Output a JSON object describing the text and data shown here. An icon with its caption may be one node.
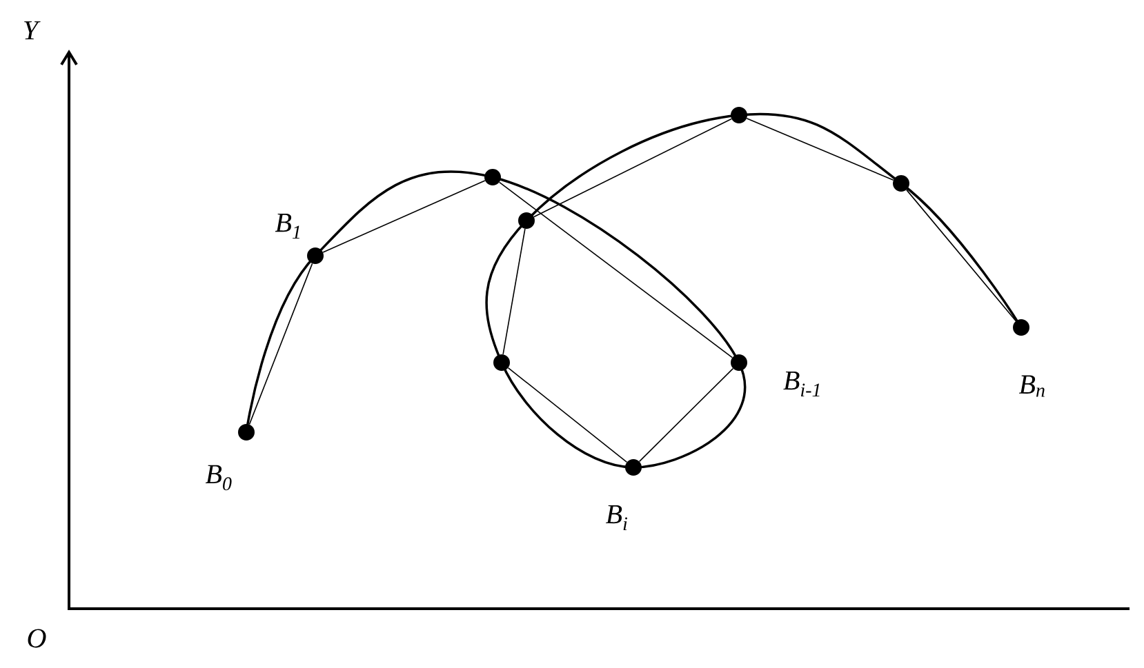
{
  "diagram": {
    "nodes": [
      {
        "text": [],
        "shape": "circle",
        "beside": [
          "B$_{0}$"
        ]
      },
      {
        "text": [],
        "shape": "circle",
        "beside": [
          "B$_{1}$"
        ]
      },
      {
        "text": [],
        "shape": "circle"
      },
      {
        "text": [],
        "shape": "circle",
        "beside": [
          "B$_{i-1}$"
        ]
      },
      {
        "text": [],
        "shape": "circle",
        "beside": [
          "B$_{i}$"
        ]
      },
      {
        "text": [],
        "shape": "circle"
      },
      {
        "text": [],
        "shape": "circle"
      },
      {
        "text": [],
        "shape": "circle"
      },
      {
        "text": [],
        "shape": "circle"
      },
      {
        "text": [],
        "shape": "circle",
        "beside": [
          "B$_{n}$"
        ]
      }
    ],
    "edges": [
      {
        "from": 0,
        "to": 1,
        "arrow": "none"
      },
      {
        "from": 1,
        "to": 2,
        "arrow": "none"
      },
      {
        "from": 2,
        "to": 3,
        "arrow": "none"
      },
      {
        "from": 3,
        "to": 4,
        "arrow": "none"
      },
      {
        "from": 4,
        "to": 5,
        "arrow": "none"
      },
      {
        "from": 5,
        "to": 6,
        "arrow": "none"
      },
      {
        "from": 6,
        "to": 7,
        "arrow": "none"
      },
      {
        "from": 7,
        "to": 8,
        "arrow": "none"
      },
      {
        "from": 8,
        "to": 9,
        "arrow": "none"
      }
    ],
    "labels": [
      "Y",
      "O"
    ]
  }
}
